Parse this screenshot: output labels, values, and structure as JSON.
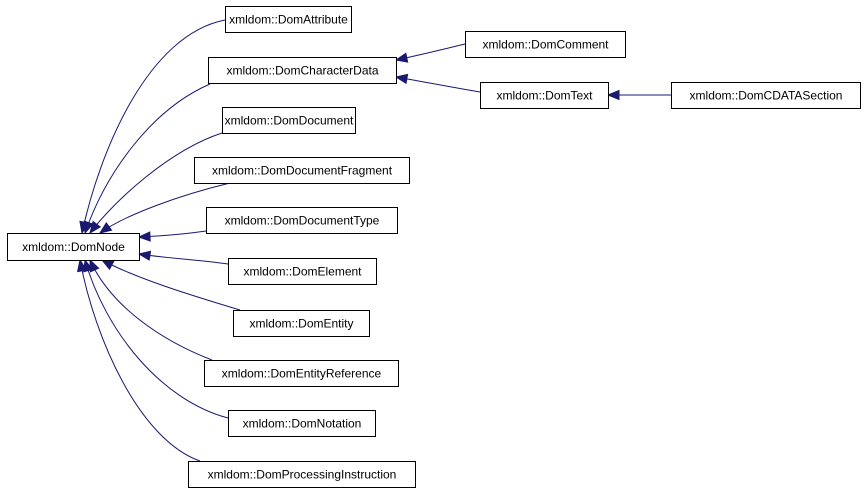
{
  "diagram": {
    "type": "class-inheritance-graph",
    "edge_color": "#191970",
    "nodes": [
      {
        "id": "DomNode",
        "label": "xmldom::DomNode"
      },
      {
        "id": "DomAttribute",
        "label": "xmldom::DomAttribute"
      },
      {
        "id": "DomCharacterData",
        "label": "xmldom::DomCharacterData"
      },
      {
        "id": "DomComment",
        "label": "xmldom::DomComment"
      },
      {
        "id": "DomText",
        "label": "xmldom::DomText"
      },
      {
        "id": "DomCDATASection",
        "label": "xmldom::DomCDATASection"
      },
      {
        "id": "DomDocument",
        "label": "xmldom::DomDocument"
      },
      {
        "id": "DomDocumentFragment",
        "label": "xmldom::DomDocumentFragment"
      },
      {
        "id": "DomDocumentType",
        "label": "xmldom::DomDocumentType"
      },
      {
        "id": "DomElement",
        "label": "xmldom::DomElement"
      },
      {
        "id": "DomEntity",
        "label": "xmldom::DomEntity"
      },
      {
        "id": "DomEntityReference",
        "label": "xmldom::DomEntityReference"
      },
      {
        "id": "DomNotation",
        "label": "xmldom::DomNotation"
      },
      {
        "id": "DomProcessingInstruction",
        "label": "xmldom::DomProcessingInstruction"
      }
    ],
    "edges": [
      {
        "from": "DomAttribute",
        "to": "DomNode"
      },
      {
        "from": "DomCharacterData",
        "to": "DomNode"
      },
      {
        "from": "DomDocument",
        "to": "DomNode"
      },
      {
        "from": "DomDocumentFragment",
        "to": "DomNode"
      },
      {
        "from": "DomDocumentType",
        "to": "DomNode"
      },
      {
        "from": "DomElement",
        "to": "DomNode"
      },
      {
        "from": "DomEntity",
        "to": "DomNode"
      },
      {
        "from": "DomEntityReference",
        "to": "DomNode"
      },
      {
        "from": "DomNotation",
        "to": "DomNode"
      },
      {
        "from": "DomProcessingInstruction",
        "to": "DomNode"
      },
      {
        "from": "DomComment",
        "to": "DomCharacterData"
      },
      {
        "from": "DomText",
        "to": "DomCharacterData"
      },
      {
        "from": "DomCDATASection",
        "to": "DomText"
      }
    ]
  }
}
